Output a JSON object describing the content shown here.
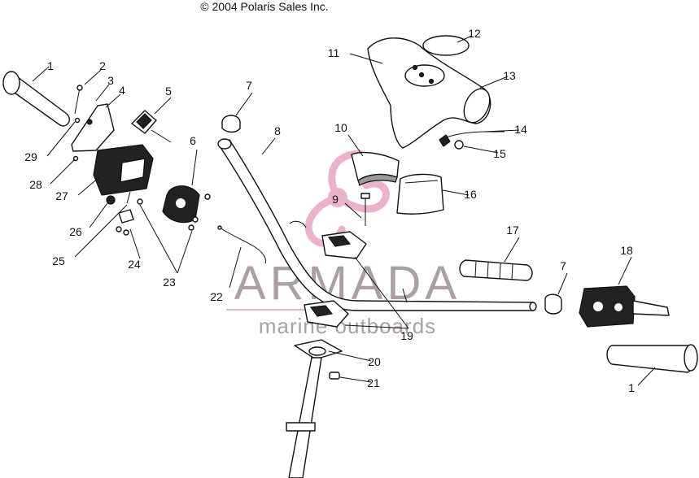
{
  "copyright": "© 2004 Polaris Sales Inc.",
  "watermark": {
    "brand": "ARMADA",
    "tagline": "marine outboards",
    "colors": {
      "pink": "#e7a6c3",
      "gray": "#9b8f95"
    }
  },
  "callouts": [
    {
      "id": "c12",
      "label": "12"
    },
    {
      "id": "c11",
      "label": "11"
    },
    {
      "id": "c13",
      "label": "13"
    },
    {
      "id": "c1a",
      "label": "1"
    },
    {
      "id": "c2",
      "label": "2"
    },
    {
      "id": "c3",
      "label": "3"
    },
    {
      "id": "c4",
      "label": "4"
    },
    {
      "id": "c5",
      "label": "5"
    },
    {
      "id": "c7a",
      "label": "7"
    },
    {
      "id": "c8",
      "label": "8"
    },
    {
      "id": "c10",
      "label": "10"
    },
    {
      "id": "c14",
      "label": "14"
    },
    {
      "id": "c15",
      "label": "15"
    },
    {
      "id": "c6",
      "label": "6"
    },
    {
      "id": "c29",
      "label": "29"
    },
    {
      "id": "c28",
      "label": "28"
    },
    {
      "id": "c27",
      "label": "27"
    },
    {
      "id": "c16",
      "label": "16"
    },
    {
      "id": "c9",
      "label": "9"
    },
    {
      "id": "c26",
      "label": "26"
    },
    {
      "id": "c17",
      "label": "17"
    },
    {
      "id": "c18",
      "label": "18"
    },
    {
      "id": "c25",
      "label": "25"
    },
    {
      "id": "c24",
      "label": "24"
    },
    {
      "id": "c7b",
      "label": "7"
    },
    {
      "id": "c23",
      "label": "23"
    },
    {
      "id": "c22",
      "label": "22"
    },
    {
      "id": "c19",
      "label": "19"
    },
    {
      "id": "c20",
      "label": "20"
    },
    {
      "id": "c21",
      "label": "21"
    },
    {
      "id": "c1b",
      "label": "1"
    }
  ]
}
